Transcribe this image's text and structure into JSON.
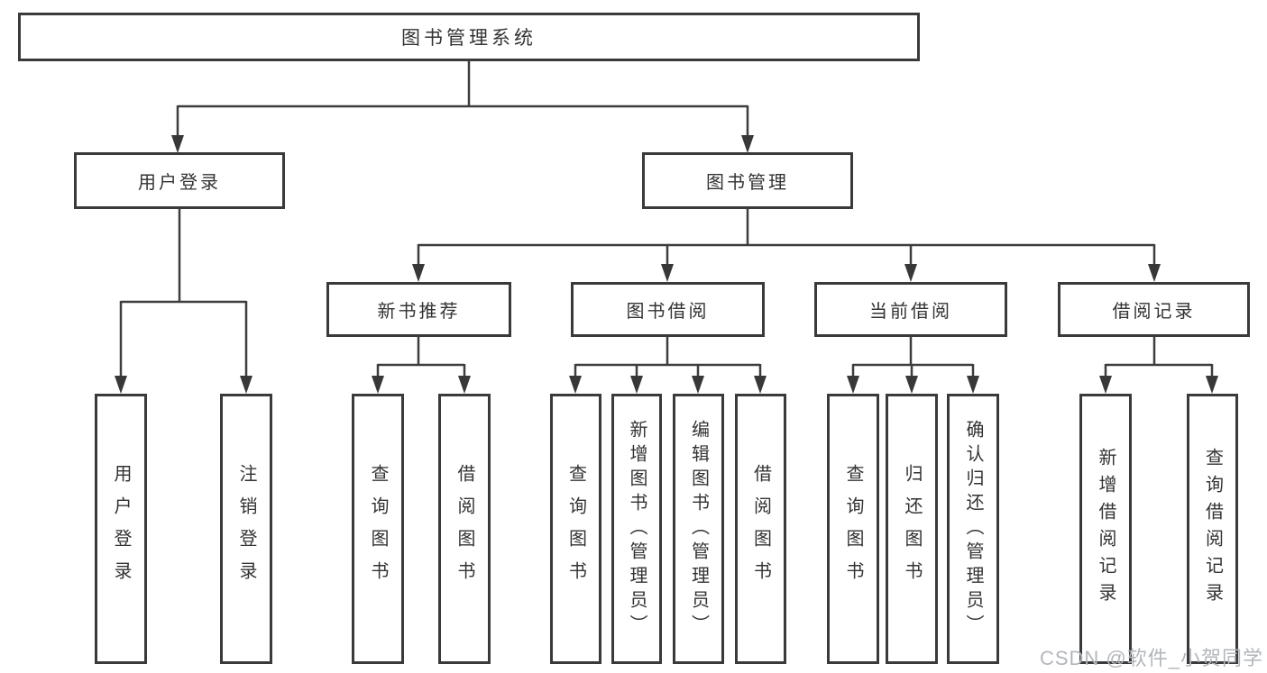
{
  "diagram": {
    "root": {
      "label": "图书管理系统"
    },
    "branches": [
      {
        "label": "用户登录",
        "children": [
          {
            "label": "用户登录"
          },
          {
            "label": "注销登录"
          }
        ]
      },
      {
        "label": "图书管理",
        "children": [
          {
            "label": "新书推荐",
            "children": [
              {
                "label": "查询图书"
              },
              {
                "label": "借阅图书"
              }
            ]
          },
          {
            "label": "图书借阅",
            "children": [
              {
                "label": "查询图书"
              },
              {
                "label": "新增图书（管理员）"
              },
              {
                "label": "编辑图书（管理员）"
              },
              {
                "label": "借阅图书"
              }
            ]
          },
          {
            "label": "当前借阅",
            "children": [
              {
                "label": "查询图书"
              },
              {
                "label": "归还图书"
              },
              {
                "label": "确认归还（管理员）"
              }
            ]
          },
          {
            "label": "借阅记录",
            "children": [
              {
                "label": "新增借阅记录"
              },
              {
                "label": "查询借阅记录"
              }
            ]
          }
        ]
      }
    ]
  },
  "watermark": {
    "text": "CSDN @软件_小贺同学"
  },
  "colors": {
    "line": "#3d3d3d",
    "box_border": "#3a3a3a",
    "text": "#333333",
    "watermark": "#b2b6bb"
  }
}
